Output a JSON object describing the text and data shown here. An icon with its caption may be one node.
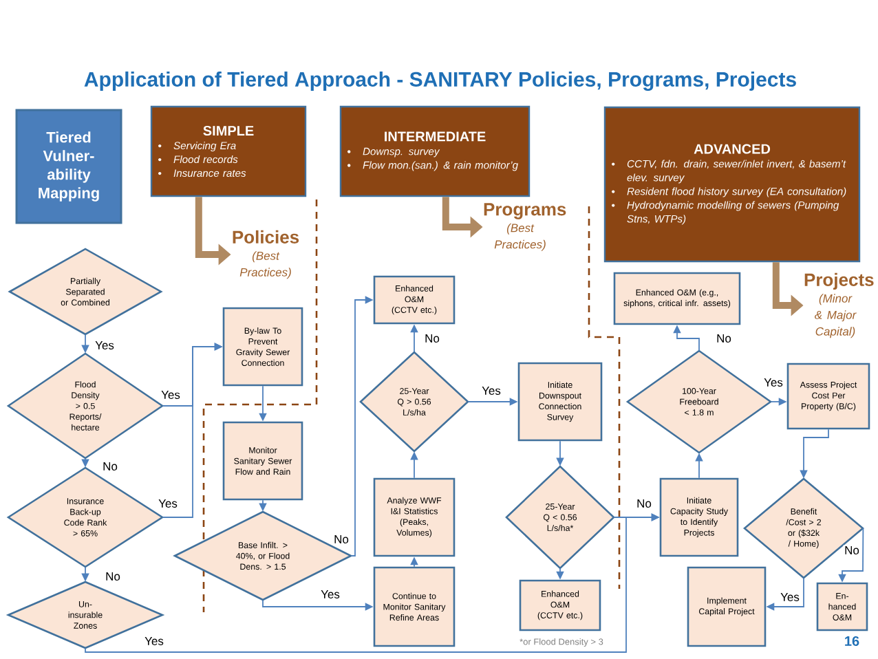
{
  "diagram": {
    "title": "Application of Tiered Approach - SANITARY Policies, Programs, Projects",
    "nodes": [
      {
        "text": [
          "Tiered Vulner-ability Mapping"
        ]
      },
      {
        "text": [
          "SIMPLE",
          "Servicing Era",
          "Flood records",
          "Insurance rates"
        ]
      },
      {
        "text": [
          "INTERMEDIATE",
          "Downsp. survey",
          "Flow mon.(san.) & rain monitor’g"
        ]
      },
      {
        "text": [
          "ADVANCED",
          "CCTV, fdn. drain, sewer/inlet invert, & basem’t elev. survey",
          "Resident flood history survey (EA consultation)",
          "Hydrodynamic modelling of sewers (Pumping Stns, WTPs)"
        ]
      },
      {
        "text": [
          "Policies",
          "(Best Practices)"
        ]
      },
      {
        "text": [
          "Programs",
          "(Best Practices)"
        ]
      },
      {
        "text": [
          "Projects",
          "(Minor & Major Capital)"
        ]
      },
      {
        "text": [
          "Partially Separated or Combined"
        ]
      },
      {
        "text": [
          "Flood Density > 0.5 Reports/ hectare"
        ]
      },
      {
        "text": [
          "Insurance Back-up Code Rank > 65%"
        ]
      },
      {
        "text": [
          "Un-insurable Zones"
        ]
      },
      {
        "text": [
          "By-law To Prevent Gravity Sewer Connection"
        ]
      },
      {
        "text": [
          "Monitor Sanitary Sewer Flow and Rain"
        ]
      },
      {
        "text": [
          "Base Infilt. > 40%, or Flood Dens. > 1.5"
        ]
      },
      {
        "text": [
          "Enhanced O&M (CCTV etc.)"
        ]
      },
      {
        "text": [
          "25-Year Q > 0.56 L/s/ha"
        ]
      },
      {
        "text": [
          "Analyze WWF I&I Statistics (Peaks, Volumes)"
        ]
      },
      {
        "text": [
          "Continue to Monitor Sanitary Refine Areas"
        ]
      },
      {
        "text": [
          "Initiate Downspout Connection Survey"
        ]
      },
      {
        "text": [
          "25-Year Q < 0.56 L/s/ha*"
        ]
      },
      {
        "text": [
          "Enhanced O&M (CCTV etc.)"
        ]
      },
      {
        "text": [
          "Enhanced O&M (e.g., siphons, critical infr. assets)"
        ]
      },
      {
        "text": [
          "100-Year Freeboard < 1.8 m"
        ]
      },
      {
        "text": [
          "Initiate Capacity Study to Identify Projects"
        ]
      },
      {
        "text": [
          "Assess Project Cost Per Property (B/C)"
        ]
      },
      {
        "text": [
          "Benefit /Cost > 2 or ($32k / Home)"
        ]
      },
      {
        "text": [
          "Implement Capital Project"
        ]
      },
      {
        "text": [
          "En-hanced O&M"
        ]
      }
    ],
    "edges": [
      {
        "from": 1,
        "to": 4,
        "arrow": "to",
        "style": "thick",
        "color": "#b08a62"
      },
      {
        "from": 2,
        "to": 5,
        "arrow": "to",
        "style": "thick",
        "color": "#b08a62"
      },
      {
        "from": 3,
        "to": 6,
        "arrow": "to",
        "style": "thick",
        "color": "#b08a62"
      },
      {
        "from": 7,
        "to": 8,
        "arrow": "to",
        "label": "Yes"
      },
      {
        "from": 8,
        "to": 11,
        "arrow": "to",
        "label": "Yes"
      },
      {
        "from": 8,
        "to": 9,
        "arrow": "to",
        "label": "No"
      },
      {
        "from": 9,
        "to": 11,
        "arrow": "to",
        "label": "Yes"
      },
      {
        "from": 9,
        "to": 10,
        "arrow": "to",
        "label": "No"
      },
      {
        "from": 10,
        "to": 23,
        "arrow": "to",
        "label": "Yes"
      },
      {
        "from": 11,
        "to": 12,
        "arrow": "to"
      },
      {
        "from": 12,
        "to": 13,
        "arrow": "to"
      },
      {
        "from": 13,
        "to": 14,
        "arrow": "to",
        "label": "No"
      },
      {
        "from": 13,
        "to": 17,
        "arrow": "to",
        "label": "Yes"
      },
      {
        "from": 17,
        "to": 16,
        "arrow": "to"
      },
      {
        "from": 16,
        "to": 15,
        "arrow": "to"
      },
      {
        "from": 15,
        "to": 14,
        "arrow": "to",
        "label": "No"
      },
      {
        "from": 15,
        "to": 18,
        "arrow": "to",
        "label": "Yes"
      },
      {
        "from": 18,
        "to": 19,
        "arrow": "to"
      },
      {
        "from": 19,
        "to": 20,
        "arrow": "to"
      },
      {
        "from": 19,
        "to": 23,
        "arrow": "to",
        "label": "No"
      },
      {
        "from": 23,
        "to": 22,
        "arrow": "to"
      },
      {
        "from": 22,
        "to": 21,
        "arrow": "to",
        "label": "No"
      },
      {
        "from": 22,
        "to": 24,
        "arrow": "to",
        "label": "Yes"
      },
      {
        "from": 24,
        "to": 25,
        "arrow": "to"
      },
      {
        "from": 25,
        "to": 26,
        "arrow": "to",
        "label": "Yes"
      },
      {
        "from": 25,
        "to": 27,
        "arrow": "to",
        "label": "No"
      }
    ],
    "labels": [
      "*or Flood Density > 3",
      "16"
    ]
  }
}
